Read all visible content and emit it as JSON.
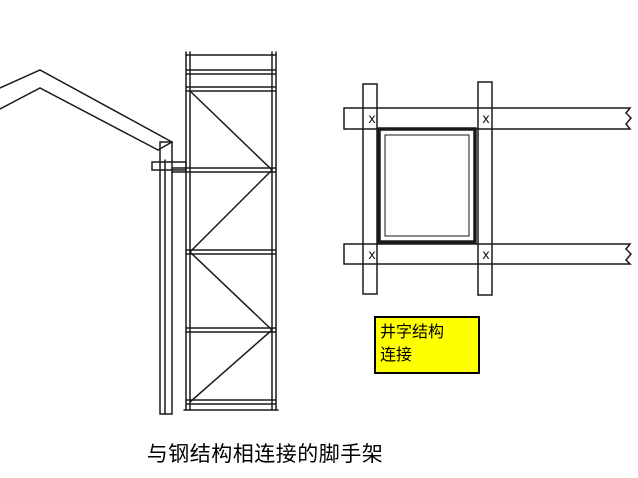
{
  "label_box": {
    "text": "井字结构\n连接",
    "background": "#ffff00",
    "border_color": "#000000"
  },
  "caption": {
    "text": "与钢结构相连接的脚手架"
  },
  "joint_marks": [
    "x",
    "x",
    "x",
    "x"
  ],
  "colors": {
    "line": "#1a1a1a",
    "background": "#ffffff"
  }
}
